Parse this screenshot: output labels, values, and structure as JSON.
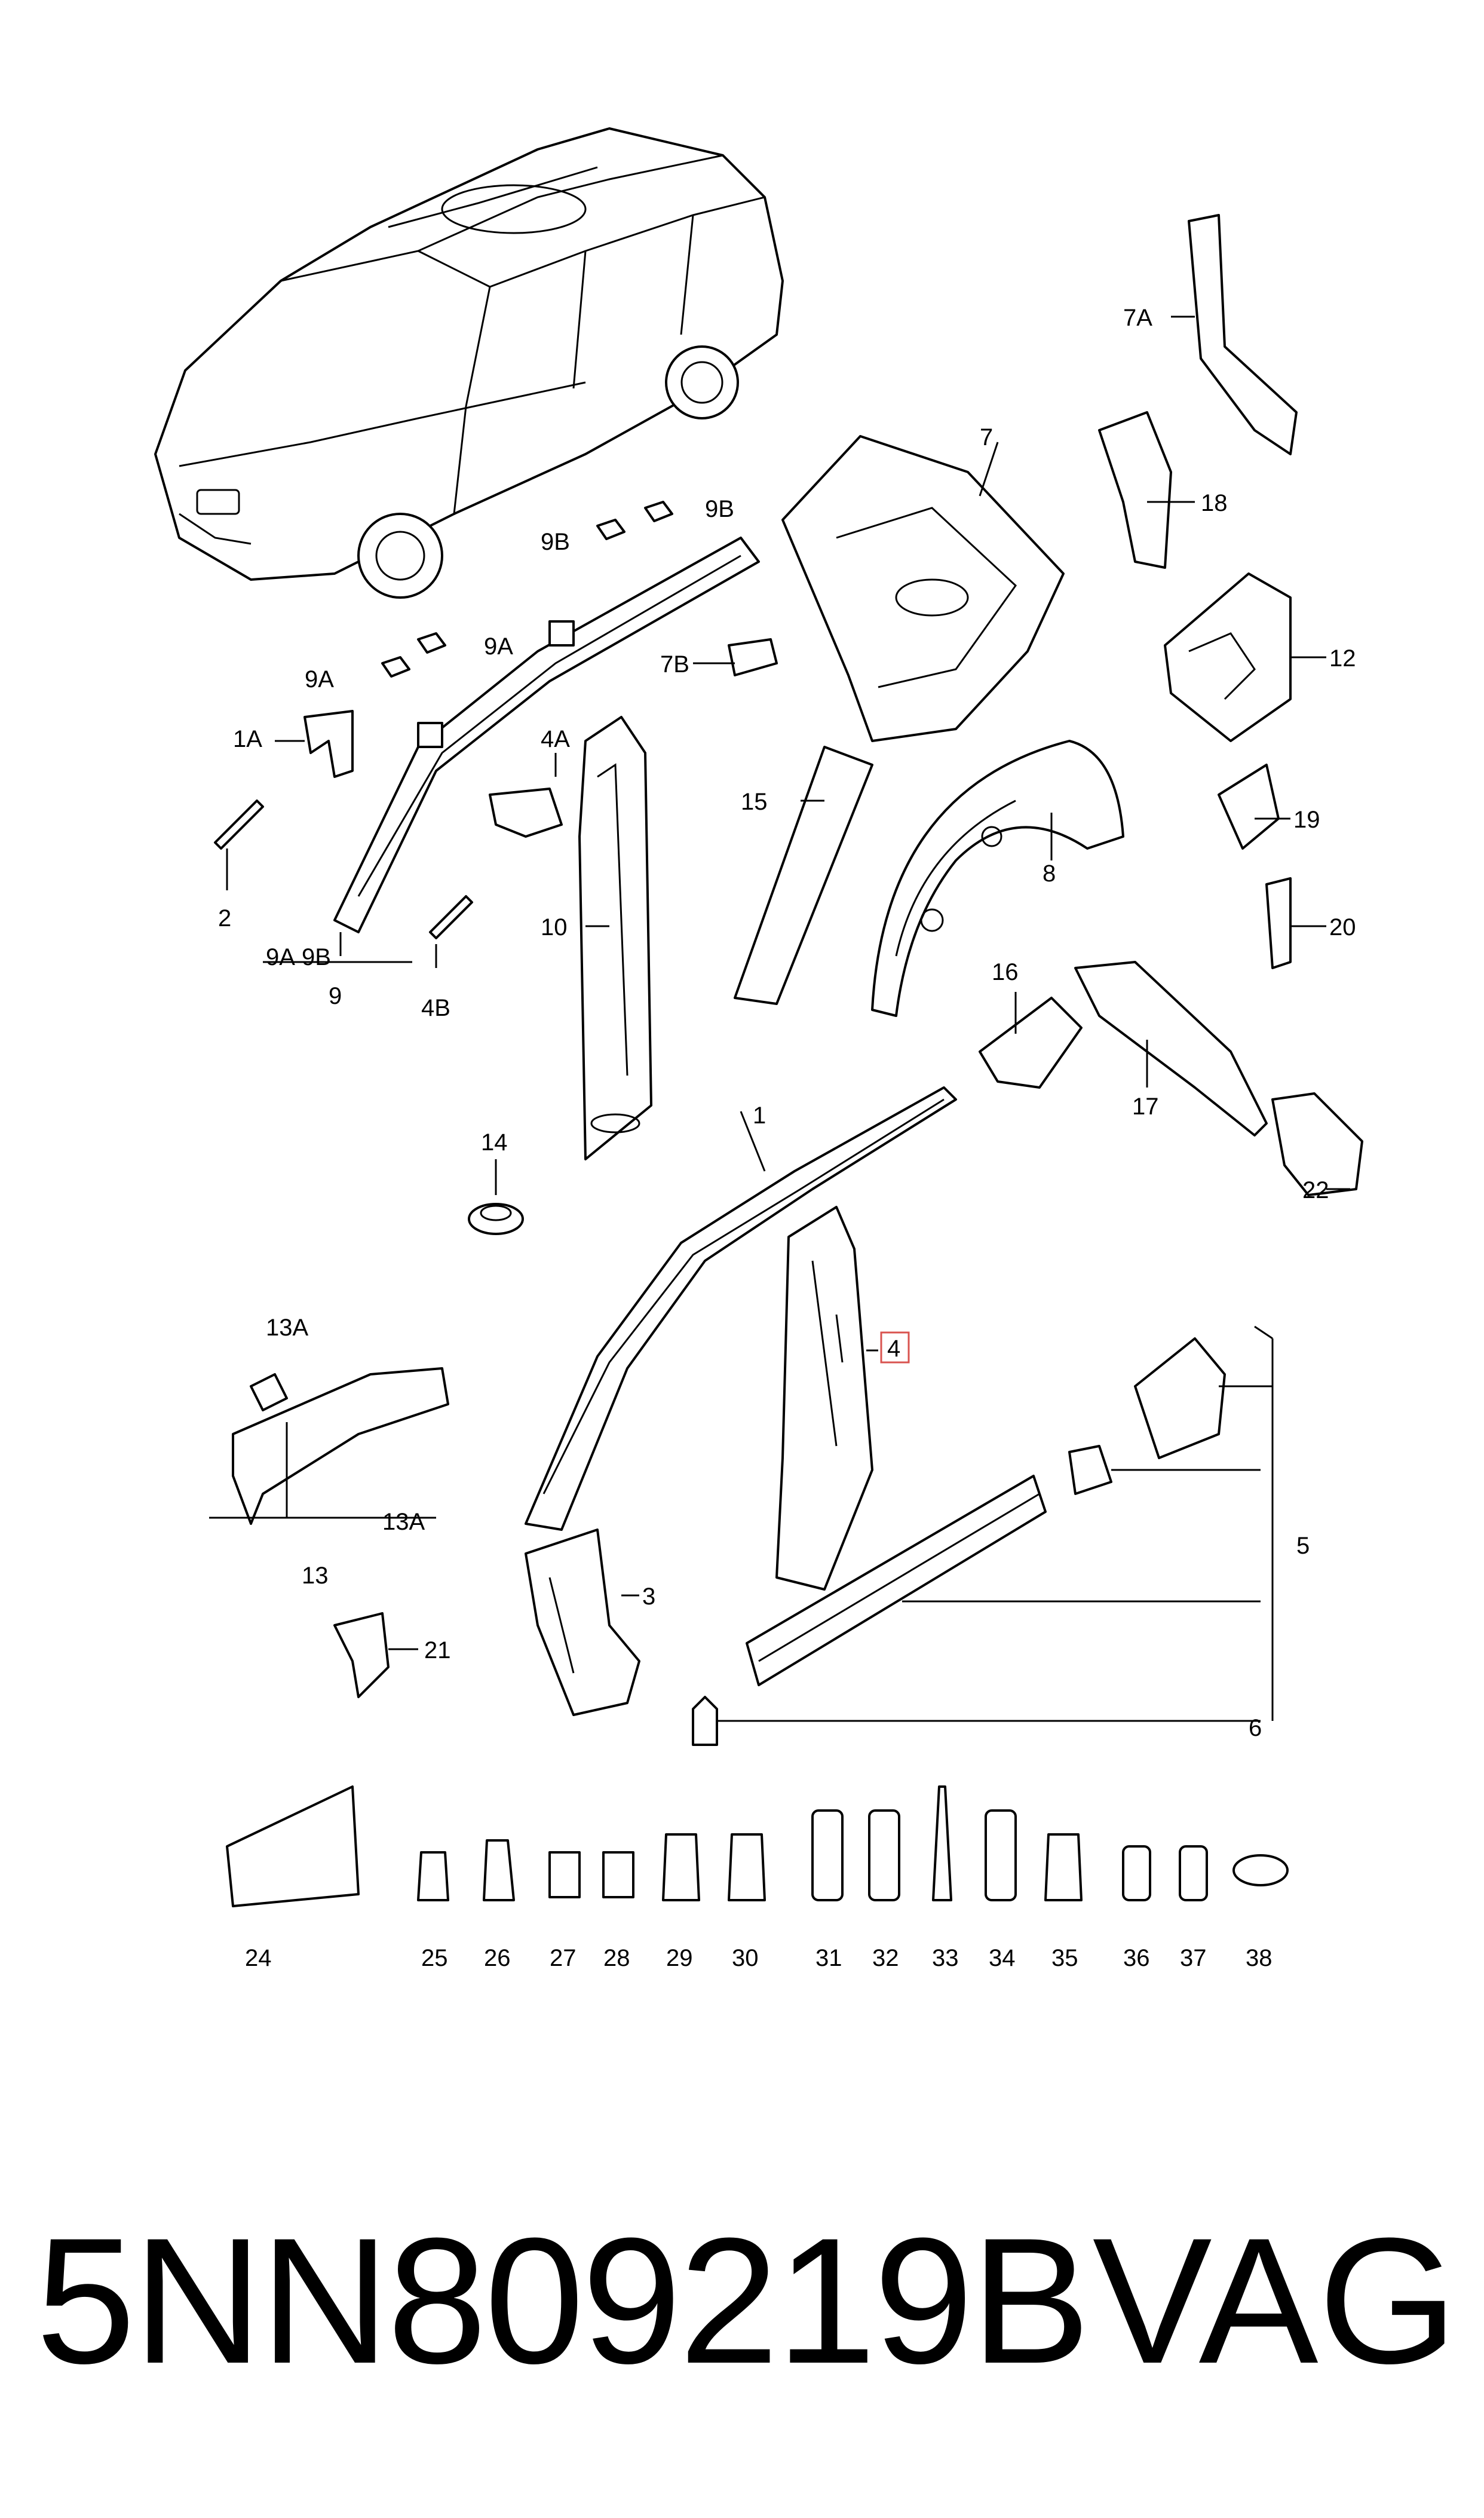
{
  "callouts": {
    "c1": "1",
    "c1A": "1A",
    "c2": "2",
    "c3": "3",
    "c4": "4",
    "c4A": "4A",
    "c4B": "4B",
    "c5": "5",
    "c6": "6",
    "c7": "7",
    "c7A": "7A",
    "c7B": "7B",
    "c8": "8",
    "c9": "9",
    "c9A_top": "9A",
    "c9B_top": "9B",
    "c9A_mid": "9A",
    "c9B_mid": "9B",
    "c9A_bottom": "9A",
    "c9B_bottom": "9B",
    "c10": "10",
    "c12": "12",
    "c13": "13",
    "c13A_top": "13A",
    "c13A_bottom": "13A",
    "c14": "14",
    "c15": "15",
    "c16": "16",
    "c17": "17",
    "c18": "18",
    "c19": "19",
    "c20": "20",
    "c21": "21",
    "c22": "22",
    "c24": "24",
    "c25": "25",
    "c26": "26",
    "c27": "27",
    "c28": "28",
    "c29": "29",
    "c30": "30",
    "c31": "31",
    "c32": "32",
    "c33": "33",
    "c34": "34",
    "c35": "35",
    "c36": "36",
    "c37": "37",
    "c38": "38"
  },
  "highlighted_part": "4",
  "highlight_color": "#d9534f",
  "footer": {
    "part_number": "5NN809219B",
    "brand": "VAG"
  }
}
